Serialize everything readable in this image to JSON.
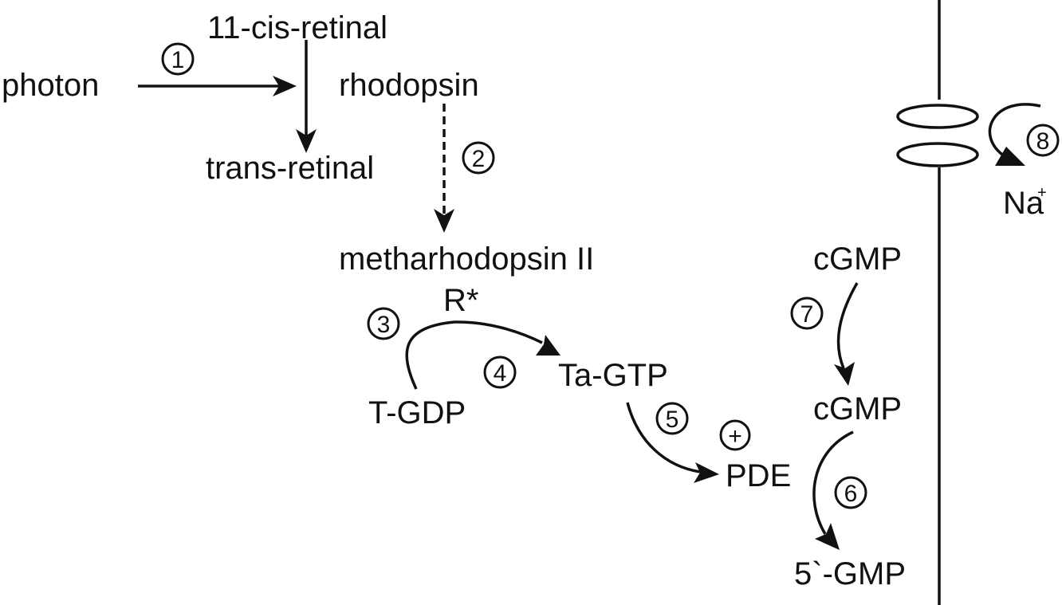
{
  "labels": {
    "photon": "photon",
    "cis_retinal": "11-cis-retinal",
    "rhodopsin": "rhodopsin",
    "trans_retinal": "trans-retinal",
    "metarhodopsin": "metharhodopsin II",
    "r_star": "R*",
    "t_gdp": "T-GDP",
    "ta_gtp": "Ta-GTP",
    "pde": "PDE",
    "cgmp_top": "cGMP",
    "cgmp_mid": "cGMP",
    "five_gmp": "5`-GMP",
    "na": "Na",
    "na_charge": "+"
  },
  "steps": [
    "1",
    "2",
    "3",
    "4",
    "5",
    "6",
    "7",
    "8"
  ],
  "activation_sign": "+",
  "colors": {
    "ink": "#111111",
    "background": "#ffffff"
  }
}
